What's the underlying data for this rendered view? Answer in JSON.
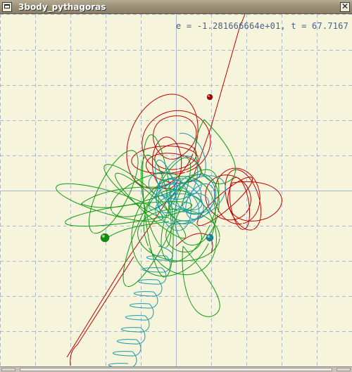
{
  "window": {
    "title": "3body_pythagoras",
    "system_menu_icon": "window-menu-icon",
    "close_icon": "close-icon",
    "close_glyph": "✕"
  },
  "readout": {
    "text": "e = -1.281666664e+01, t = 67.7167"
  },
  "colors": {
    "background": "#f6f5dc",
    "grid": "#a8b9cf",
    "body_red": "#c00000",
    "body_green": "#119911",
    "body_cyan": "#1899a8",
    "text": "#4a5f86"
  },
  "scrollbar": {
    "orientation": "horizontal"
  }
}
